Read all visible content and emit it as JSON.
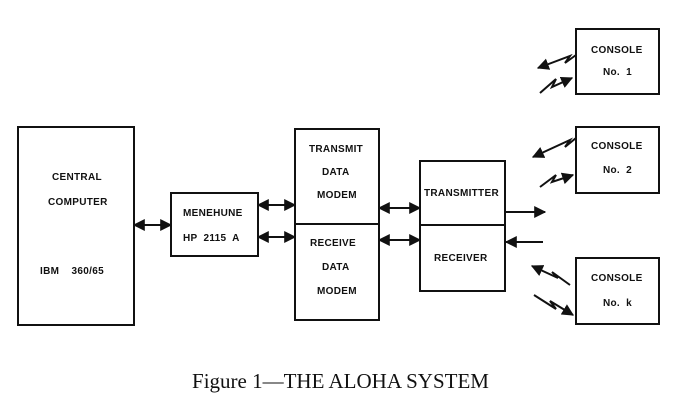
{
  "diagram": {
    "central_computer": {
      "line1": "CENTRAL",
      "line2": "COMPUTER",
      "model": "IBM    360/65"
    },
    "menehune": {
      "line1": "MENEHUNE",
      "line2": "HP  2115  A"
    },
    "transmit_modem": {
      "line1": "TRANSMIT",
      "line2": "DATA",
      "line3": "MODEM"
    },
    "receive_modem": {
      "line1": "RECEIVE",
      "line2": "DATA",
      "line3": "MODEM"
    },
    "transmitter": {
      "label": "TRANSMITTER"
    },
    "receiver": {
      "label": "RECEIVER"
    },
    "consoles": [
      {
        "line1": "CONSOLE",
        "line2": "No.  1"
      },
      {
        "line1": "CONSOLE",
        "line2": "No.  2"
      },
      {
        "line1": "CONSOLE",
        "line2": "No.  k"
      }
    ]
  },
  "caption": "Figure 1—THE ALOHA SYSTEM",
  "colors": {
    "ink": "#111111",
    "background": "#ffffff"
  }
}
